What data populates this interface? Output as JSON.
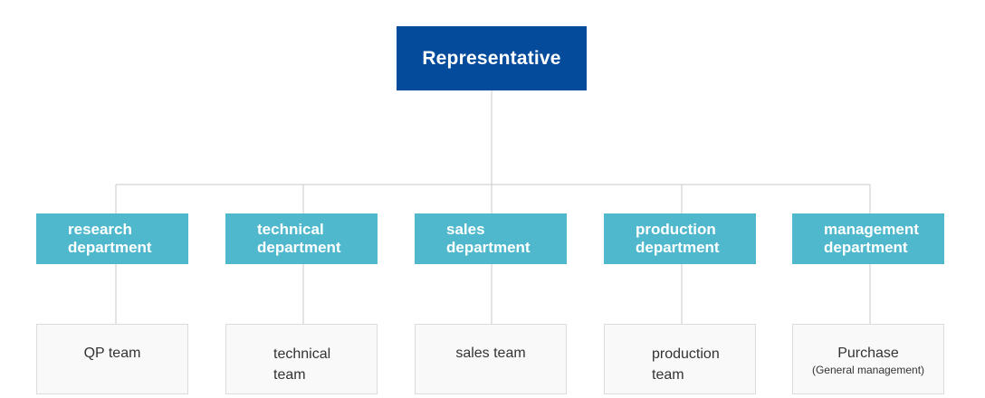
{
  "root": {
    "label": "Representative"
  },
  "departments": [
    {
      "line1": "research",
      "line2": "department"
    },
    {
      "line1": "technical",
      "line2": "department"
    },
    {
      "line1": "sales",
      "line2": "department"
    },
    {
      "line1": "production",
      "line2": "department"
    },
    {
      "line1": "management",
      "line2": "department"
    }
  ],
  "teams": [
    {
      "line1": "QP team",
      "line2": ""
    },
    {
      "line1": "technical",
      "line2": "team"
    },
    {
      "line1": "sales team",
      "line2": ""
    },
    {
      "line1": "production",
      "line2": "team"
    },
    {
      "line1": "Purchase",
      "line2": "(General management)"
    }
  ],
  "colors": {
    "root_bg": "#054b9b",
    "dept_bg": "#4fb8cc",
    "team_bg": "#f9f9f9",
    "connector": "#c8c8c8"
  }
}
